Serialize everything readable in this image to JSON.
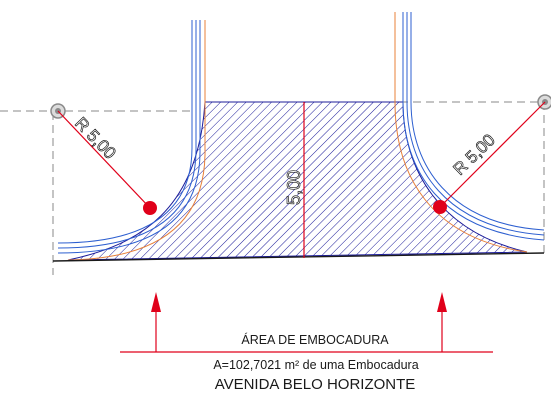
{
  "drawing": {
    "radius_left": "R 5,00",
    "radius_right": "R 5,00",
    "depth_dimension": "5,00",
    "area_heading": "ÁREA DE EMBOCADURA",
    "area_value": "A=102,7021 m² de uma Embocadura",
    "street_name": "AVENIDA BELO HORIZONTE"
  },
  "colors": {
    "curb_blue": "#2d5fd0",
    "curb_orange": "#e8803a",
    "dimension_red": "#e0001a",
    "hatch_blue": "#1c1c9a",
    "guide_gray": "#8a8a8a"
  }
}
